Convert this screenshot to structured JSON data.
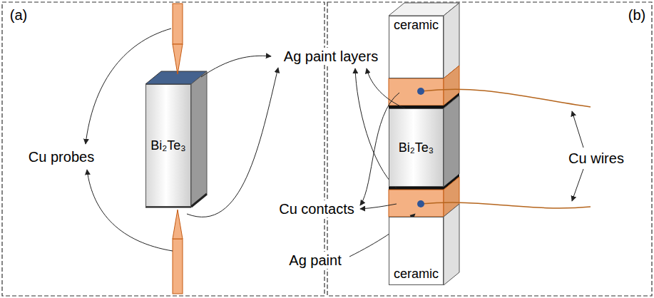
{
  "diagram": {
    "nodes": [
      {
        "text": [
          "Bi₂Te₃"
        ]
      },
      {
        "text": [
          "ceramic"
        ]
      },
      {
        "text": [
          "Bi₂Te₃"
        ]
      },
      {
        "text": [
          "ceramic"
        ]
      }
    ],
    "labels": [
      "(a)",
      "(b)",
      "Cu probes",
      "Ag paint layers",
      "Cu contacts",
      "Ag paint",
      "Cu wires"
    ]
  }
}
